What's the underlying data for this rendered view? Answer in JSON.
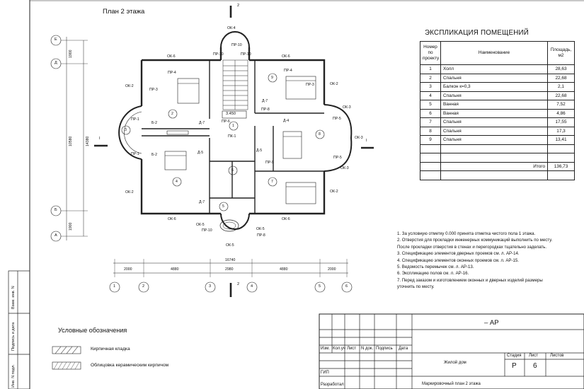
{
  "plan_title": "План 2 этажа",
  "section_mark": "2",
  "section_left": "I",
  "section_right": "I",
  "level_mark": "3.450",
  "explication": {
    "title": "ЭКСПЛИКАЦИЯ ПОМЕЩЕНИЙ",
    "headers": [
      "Номер по проекту",
      "Наименование",
      "Площадь, м2"
    ],
    "rows": [
      {
        "num": "1",
        "name": "Холл",
        "area": "28,63"
      },
      {
        "num": "2",
        "name": "Спальня",
        "area": "22,68"
      },
      {
        "num": "3",
        "name": "Балкон к=0,3",
        "area": "2,1"
      },
      {
        "num": "4",
        "name": "Спальня",
        "area": "22,68"
      },
      {
        "num": "5",
        "name": "Ванная",
        "area": "7,52"
      },
      {
        "num": "6",
        "name": "Ванная",
        "area": "4,86"
      },
      {
        "num": "7",
        "name": "Спальня",
        "area": "17,55"
      },
      {
        "num": "8",
        "name": "Спальня",
        "area": "17,3"
      },
      {
        "num": "9",
        "name": "Спальня",
        "area": "13,41"
      }
    ],
    "total_label": "Итого",
    "total_value": "136,73"
  },
  "notes": [
    "1. За условную отметку 0.000 принята отметка чистого пола 1 этажа.",
    "2. Отверстия для прокладки инженерных коммуникаций выполнить по месту.",
    "После прокладки  отверстия в стенах и перегородках тщательно заделать.",
    "3. Спецификацию элементов дверных проемов см. л. АР-14.",
    "4. Спецификацию элементов оконных проемов см. л. АР-15.",
    "5. Ведомость перемычек см. л. АР-13.",
    "6. Экспликацию полов см. л. АР-16.",
    "7. Перед заказом и изготовлением оконных и дверных изделий размеры",
    "уточнить по месту."
  ],
  "legend": {
    "title": "Условные обозначения",
    "items": [
      "Кирпичная кладка",
      "Облицовка керамическим кирпичом"
    ]
  },
  "axes": {
    "cols": [
      "1",
      "2",
      "3",
      "4",
      "5",
      "6"
    ],
    "rows": [
      "Е",
      "Д",
      "Б",
      "А"
    ]
  },
  "dimensions": {
    "bottom_total": "16740",
    "bottom": [
      "2000",
      "4880",
      "2980",
      "4880",
      "2000"
    ],
    "left_top": "1900",
    "left_mid": "10580",
    "left_overall": "14380",
    "left_bottom": "1900"
  },
  "plan_labels": {
    "windows": [
      "ОК-4",
      "ОК-6",
      "ОК-6",
      "ОК-2",
      "ОК-2",
      "ОК-3",
      "ОК-3",
      "ОК-3",
      "ОК-2",
      "ОК-2",
      "ОК-6",
      "ОК-6",
      "ОК-5",
      "ОК-5",
      "ОК-5"
    ],
    "openings": [
      "ПР-10",
      "ПР-10",
      "ПР-10",
      "ПР-4",
      "ПР-4",
      "ПР-3",
      "ПР-3",
      "ПР-1",
      "ПР-1",
      "ПР-5",
      "ПР-5",
      "ПР-8",
      "ПР-6",
      "ПР-9",
      "ПР-10",
      "ПР-8"
    ],
    "doors": [
      "Д-7",
      "Д-7",
      "Д-5",
      "Д-5",
      "Д-4",
      "Д-7",
      "Б-2",
      "Б-2",
      "ПК-1"
    ]
  },
  "side_stamp": [
    "Взам. инв. N",
    "Подпись и дата",
    "Инв. N подл."
  ],
  "title_block": {
    "code": "– АР",
    "headers": [
      "Изм.",
      "Кол.уч",
      "Лист",
      "N док.",
      "Подпись",
      "Дата"
    ],
    "roles": [
      "ГИП",
      "Разработал"
    ],
    "object": "Жилой дом",
    "sheet_name": "Маркировочный план 2 этажа",
    "stage_label": "Стадия",
    "sheet_label": "Лист",
    "sheets_label": "Листов",
    "stage": "Р",
    "sheet": "6"
  }
}
